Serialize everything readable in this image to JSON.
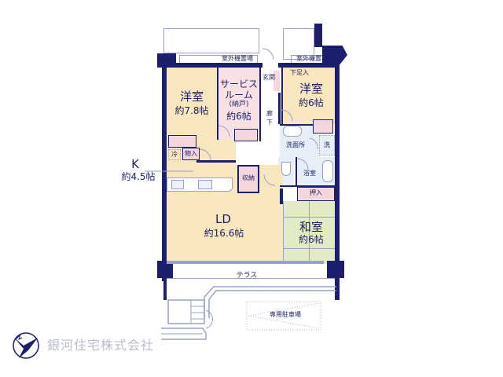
{
  "floor_plan": {
    "rooms": {
      "western1": {
        "name": "洋室",
        "size": "約7.8帖"
      },
      "service": {
        "name_line1": "サービス",
        "name_line2": "ルーム",
        "name_line3": "(納戸)",
        "size": "約6帖"
      },
      "western2": {
        "name": "洋室",
        "size": "約6帖"
      },
      "kitchen": {
        "name": "K",
        "size": "約4.5帖"
      },
      "ld": {
        "name": "LD",
        "size": "約16.6帖"
      },
      "washitsu": {
        "name": "和室",
        "size": "約6帖"
      }
    },
    "labels": {
      "outdoor_unit_left": "室外機置場",
      "outdoor_unit_right": "室外機置場",
      "entrance": "玄関",
      "shoe_closet": "下足入",
      "hallway_1": "廊",
      "hallway_2": "下",
      "washroom": "洗面所",
      "washer": "洗",
      "bathroom": "浴室",
      "oshiire": "押入",
      "storage": "収納",
      "fridge": "冷",
      "pantry": "物入",
      "terrace": "テラス",
      "parking": "専用駐車場"
    },
    "colors": {
      "wall": "#1b1f6e",
      "western_floor": "#f8e6bf",
      "service_floor": "#f7e1e4",
      "washitsu_floor": "#e3ebc5",
      "wet_floor": "#e6eef8",
      "closet": "#f4d7dc",
      "thin_line": "#9aa0cc"
    }
  },
  "company": {
    "name": "銀河住宅株式会社"
  }
}
